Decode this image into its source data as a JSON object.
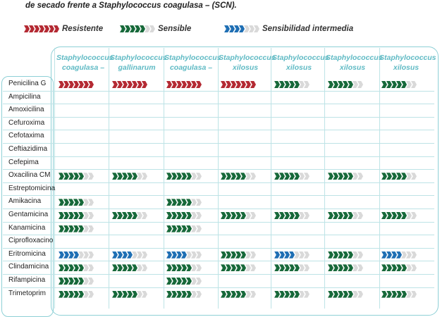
{
  "caption": "de secado frente a Staphylococcus coagulasa – (SCN).",
  "colors": {
    "resistant": "#b42a33",
    "sensitive": "#17693a",
    "intermediate": "#1f6fb4",
    "empty": "#d9d9d9",
    "teal": "#5fbac4"
  },
  "legend": [
    {
      "key": "R",
      "label": "Resistente"
    },
    {
      "key": "S",
      "label": "Sensible"
    },
    {
      "key": "I",
      "label": "Sensibilidad intermedia"
    }
  ],
  "columns": [
    {
      "line1": "Staphylococcus",
      "line2": "coagulasa –"
    },
    {
      "line1": "Staphylococcus",
      "line2": "gallinarum"
    },
    {
      "line1": "Staphylococcus",
      "line2": "coagulasa –"
    },
    {
      "line1": "Staphylococcus",
      "line2": "xilosus"
    },
    {
      "line1": "Staphylococcus",
      "line2": "xilosus"
    },
    {
      "line1": "Staphylococcus",
      "line2": "xilosus"
    },
    {
      "line1": "Staphylococcus",
      "line2": "xilosus"
    }
  ],
  "rows": [
    {
      "drug": "Penicilina G",
      "values": [
        "R",
        "R",
        "R",
        "R",
        "S",
        "S",
        "S"
      ]
    },
    {
      "drug": "Ampicilina",
      "values": [
        "",
        "",
        "",
        "",
        "",
        "",
        ""
      ]
    },
    {
      "drug": "Amoxicilina",
      "values": [
        "",
        "",
        "",
        "",
        "",
        "",
        ""
      ]
    },
    {
      "drug": "Cefuroxima",
      "values": [
        "",
        "",
        "",
        "",
        "",
        "",
        ""
      ]
    },
    {
      "drug": "Cefotaxima",
      "values": [
        "",
        "",
        "",
        "",
        "",
        "",
        ""
      ]
    },
    {
      "drug": "Ceftiazidima",
      "values": [
        "",
        "",
        "",
        "",
        "",
        "",
        ""
      ]
    },
    {
      "drug": "Cefepima",
      "values": [
        "",
        "",
        "",
        "",
        "",
        "",
        ""
      ]
    },
    {
      "drug": "Oxacilina CM",
      "values": [
        "S",
        "S",
        "S",
        "S",
        "S",
        "S",
        "S"
      ]
    },
    {
      "drug": "Estreptomicina",
      "values": [
        "",
        "",
        "",
        "",
        "",
        "",
        ""
      ]
    },
    {
      "drug": "Amikacina",
      "values": [
        "S",
        "",
        "S",
        "",
        "",
        "",
        ""
      ]
    },
    {
      "drug": "Gentamicina",
      "values": [
        "S",
        "S",
        "S",
        "S",
        "S",
        "S",
        "S"
      ]
    },
    {
      "drug": "Kanamicina",
      "values": [
        "S",
        "",
        "S",
        "",
        "",
        "",
        ""
      ]
    },
    {
      "drug": "Ciprofloxacino",
      "values": [
        "",
        "",
        "",
        "",
        "",
        "",
        ""
      ]
    },
    {
      "drug": "Eritromicina",
      "values": [
        "I",
        "I",
        "I",
        "S",
        "I",
        "S",
        "I"
      ]
    },
    {
      "drug": "Clindamicina",
      "values": [
        "S",
        "S",
        "S",
        "S",
        "S",
        "S",
        "S"
      ]
    },
    {
      "drug": "Rifampicina",
      "values": [
        "S",
        "",
        "S",
        "",
        "",
        "",
        ""
      ]
    },
    {
      "drug": "Trimetoprim",
      "values": [
        "S",
        "S",
        "S",
        "S",
        "S",
        "S",
        "S"
      ]
    }
  ]
}
